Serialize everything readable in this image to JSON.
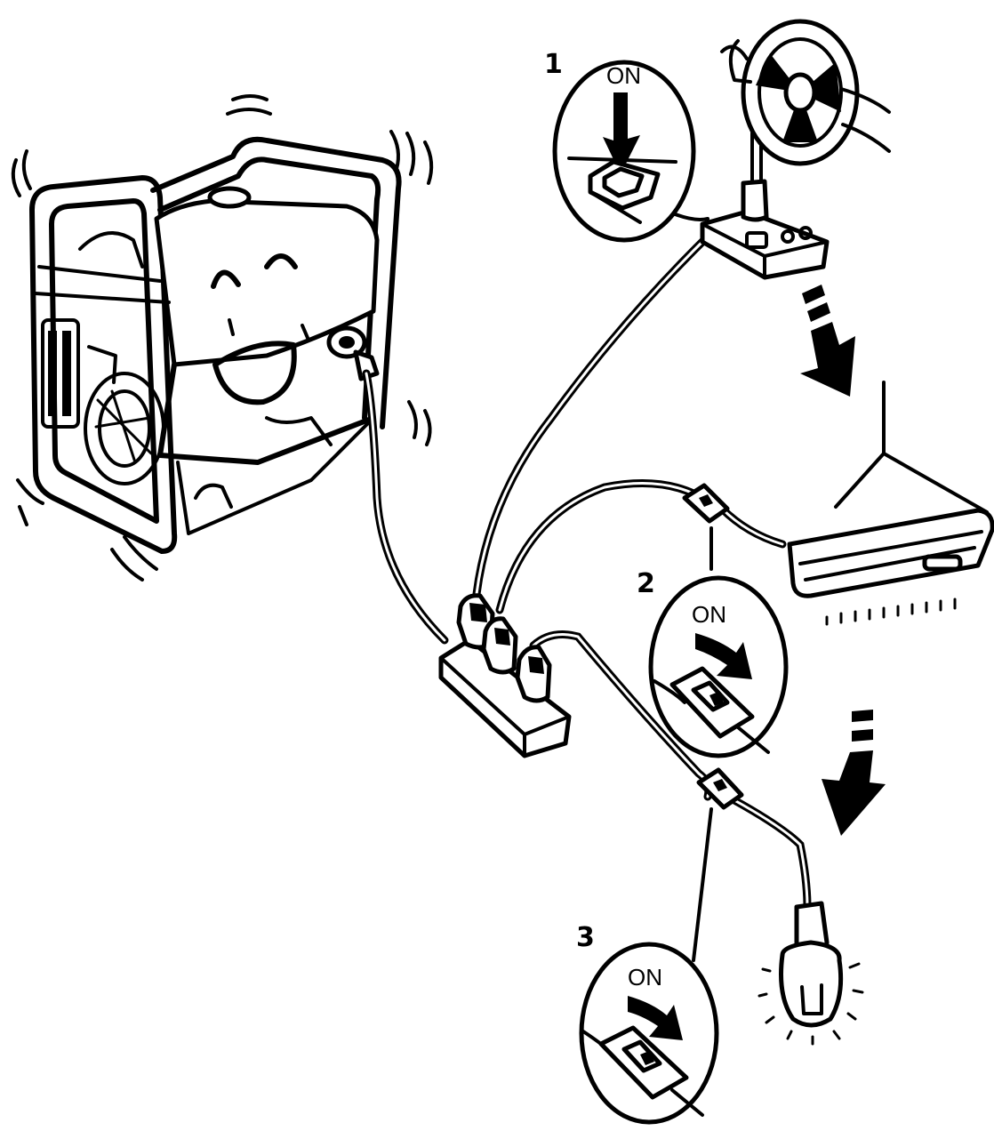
{
  "steps": [
    {
      "number": "1",
      "switch_label": "ON",
      "device": "fan-switch"
    },
    {
      "number": "2",
      "switch_label": "ON",
      "device": "heater-cord-switch"
    },
    {
      "number": "3",
      "switch_label": "ON",
      "device": "lamp-cord-switch"
    }
  ],
  "colors": {
    "ink": "#000000",
    "paper": "#ffffff"
  }
}
